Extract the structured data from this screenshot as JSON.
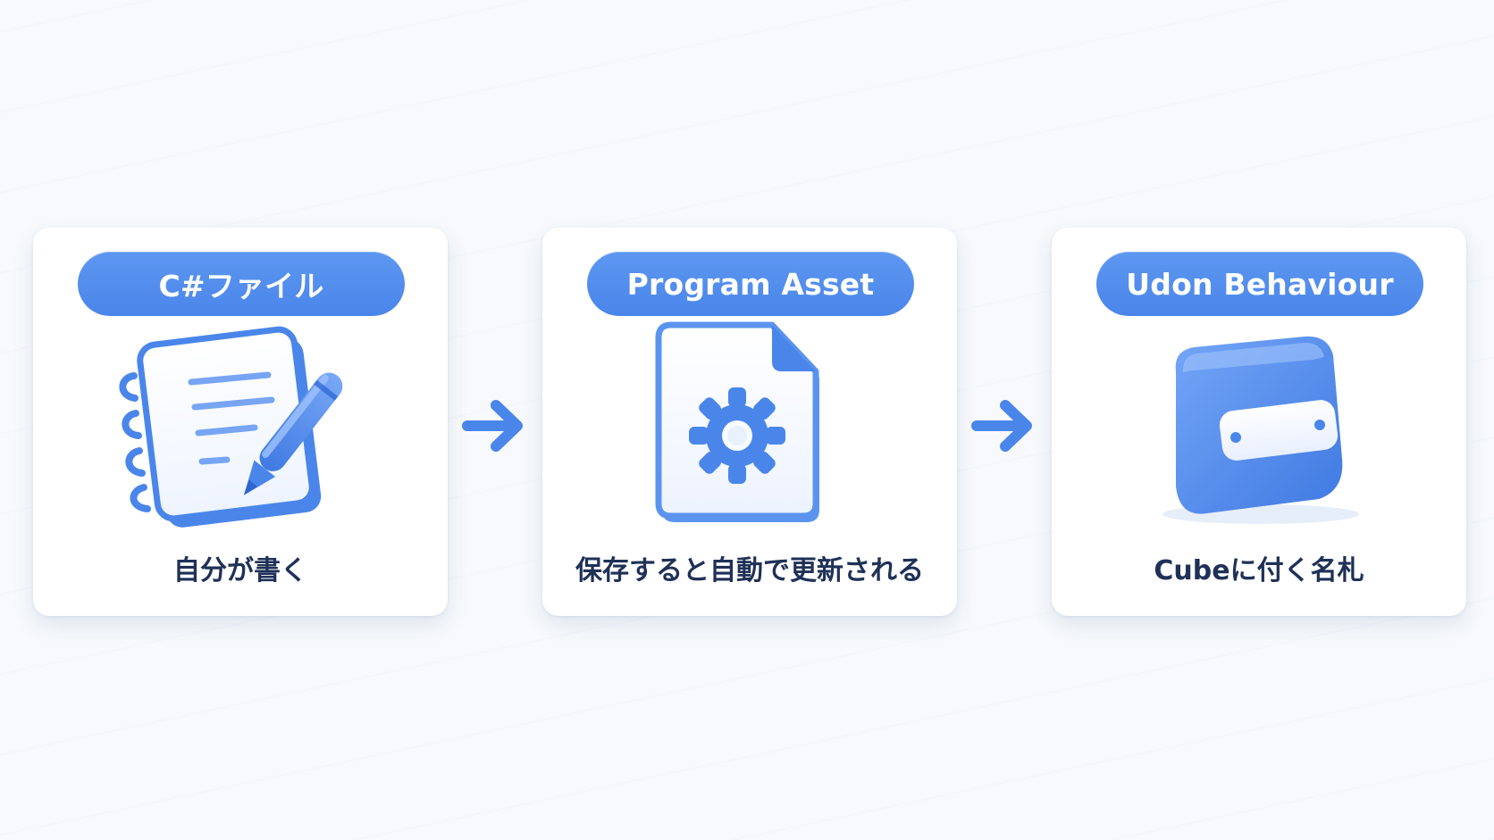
{
  "steps": [
    {
      "title": "C#ファイル",
      "caption": "自分が書く",
      "icon": "notebook-pencil-icon"
    },
    {
      "title": "Program Asset",
      "caption": "保存すると自動で更新される",
      "icon": "gear-file-icon"
    },
    {
      "title": "Udon Behaviour",
      "caption": "Cubeに付く名札",
      "icon": "cube-nameplate-icon"
    }
  ],
  "connectors": [
    {
      "icon": "right-arrow-icon"
    },
    {
      "icon": "right-arrow-icon"
    }
  ],
  "colors": {
    "accent": "#4a86ea",
    "card": "#ffffff",
    "caption": "#1f3157",
    "background": "#f7f9fc"
  }
}
